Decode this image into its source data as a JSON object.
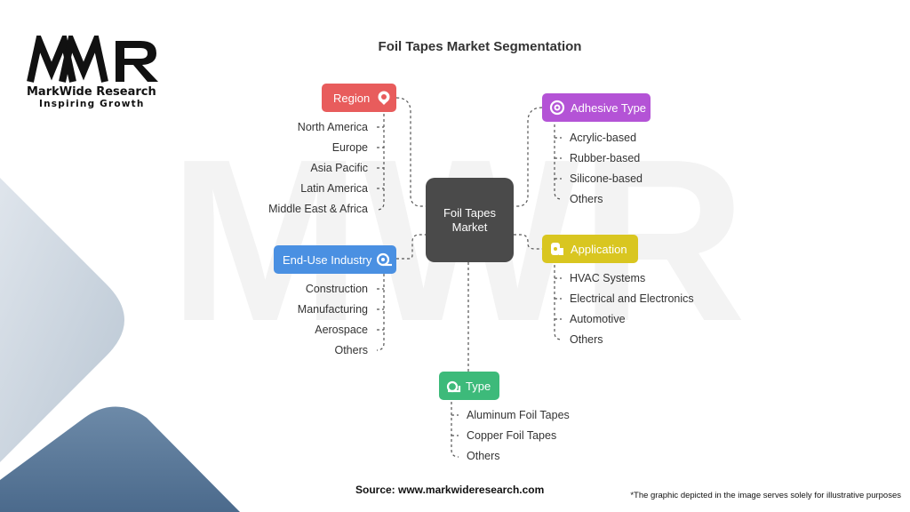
{
  "brand": {
    "mark": "MWR",
    "name": "MarkWide Research",
    "tagline": "Inspiring Growth"
  },
  "title": "Foil Tapes Market Segmentation",
  "center": "Foil Tapes Market",
  "categories": {
    "region": {
      "label": "Region",
      "color": "#e85c5c",
      "icon": "gear-location-icon",
      "items": [
        "North America",
        "Europe",
        "Asia Pacific",
        "Latin America",
        "Middle East & Africa"
      ]
    },
    "end_use": {
      "label": "End-Use Industry",
      "color": "#4a90e2",
      "icon": "tape-roll-icon",
      "items": [
        "Construction",
        "Manufacturing",
        "Aerospace",
        "Others"
      ]
    },
    "adhesive": {
      "label": "Adhesive Type",
      "color": "#b453d6",
      "icon": "tape-roll-icon",
      "items": [
        "Acrylic-based",
        "Rubber-based",
        "Silicone-based",
        "Others"
      ]
    },
    "application": {
      "label": "Application",
      "color": "#d9c620",
      "icon": "tape-roll-icon",
      "items": [
        "HVAC Systems",
        "Electrical and Electronics",
        "Automotive",
        "Others"
      ]
    },
    "type": {
      "label": "Type",
      "color": "#3dba7a",
      "icon": "tape-dispenser-icon",
      "items": [
        "Aluminum Foil Tapes",
        "Copper Foil Tapes",
        "Others"
      ]
    }
  },
  "source": "Source: www.markwideresearch.com",
  "note": "*The graphic depicted in the image serves solely for illustrative purposes"
}
